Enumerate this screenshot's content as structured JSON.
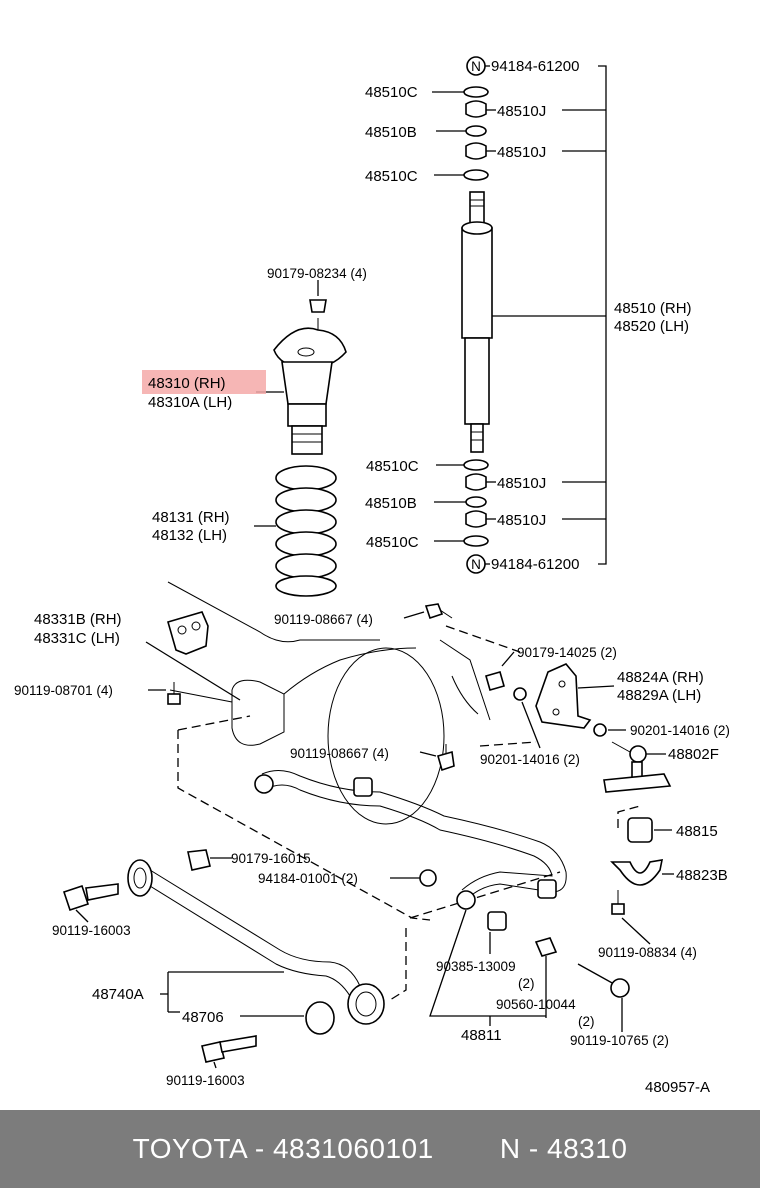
{
  "parts": {
    "n_nut_top": "94184-61200",
    "c_top1": "48510C",
    "j_top1": "48510J",
    "b_top": "48510B",
    "j_top2": "48510J",
    "c_top2": "48510C",
    "shock_rh": "48510 (RH)",
    "shock_lh": "48520 (LH)",
    "c_bot1": "48510C",
    "j_bot1": "48510J",
    "b_bot": "48510B",
    "j_bot2": "48510J",
    "c_bot2": "48510C",
    "n_nut_bot": "94184-61200",
    "nut_top": "90179-08234 (4)",
    "bumper_rh": "48310   (RH)",
    "bumper_lh": "48310A (LH)",
    "spring_rh": "48131 (RH)",
    "spring_lh": "48132 (LH)",
    "bracket_rh": "48331B (RH)",
    "bracket_lh": "48331C (LH)",
    "bolt_08667_top": "90119-08667 (4)",
    "bolt_08701": "90119-08701 (4)",
    "nut_14025": "90179-14025 (2)",
    "bracket2_rh": "48824A (RH)",
    "bracket2_lh": "48829A (LH)",
    "bushing_14016_right": "90201-14016 (2)",
    "bolt_08667_mid": "90119-08667 (4)",
    "bushing_14016_mid": "90201-14016 (2)",
    "link_48802f": "48802F",
    "nut_16015": "90179-16015",
    "nut_01001": "94184-01001 (2)",
    "bushing_48815": "48815",
    "bolt_16003_left": "90119-16003",
    "bracket_48823b": "48823B",
    "bolt_08834": "90119-08834 (4)",
    "rod_48740a": "48740A",
    "bushing_13009": "90385-13009",
    "bushing_13009_qty": "(2)",
    "pin_10044": "90560-10044",
    "pin_10044_qty": "(2)",
    "bushing_48706": "48706",
    "bolt_10765": "90119-10765 (2)",
    "stabilizer_48811": "48811",
    "bolt_16003_bottom": "90119-16003",
    "diagram_code": "480957-A"
  },
  "colors": {
    "highlight": "#f4a9a8",
    "footer_bg": "#7c7c7c",
    "footer_text": "#ffffff"
  },
  "footer": {
    "left": "TOYOTA - 4831060101",
    "right": "N - 48310"
  }
}
